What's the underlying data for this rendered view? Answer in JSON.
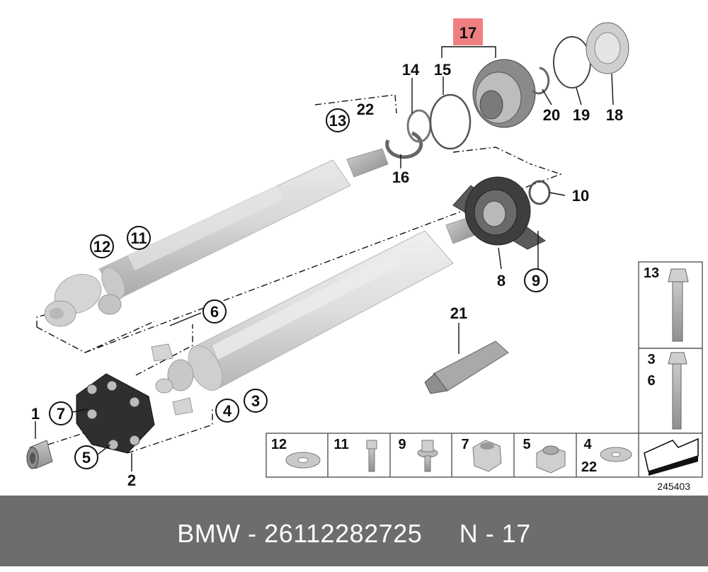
{
  "diagram": {
    "callouts": {
      "c1": "1",
      "c2": "2",
      "c3": "3",
      "c4": "4",
      "c5": "5",
      "c6": "6",
      "c7": "7",
      "c8": "8",
      "c9": "9",
      "c10": "10",
      "c11": "11",
      "c12": "12",
      "c13": "13",
      "c14": "14",
      "c15": "15",
      "c16": "16",
      "c17": "17",
      "c18": "18",
      "c19": "19",
      "c20": "20",
      "c21": "21",
      "c22": "22"
    },
    "legend": {
      "bolt_long": [
        "13"
      ],
      "bolt_short": [
        "3",
        "6"
      ],
      "row": [
        "12",
        "11",
        "9",
        "7",
        "5",
        "4",
        "22"
      ]
    },
    "diagram_ref": "245403",
    "highlight_color": "#f08080"
  },
  "footer": {
    "text": "BMW - 26112282725     N - 17"
  }
}
